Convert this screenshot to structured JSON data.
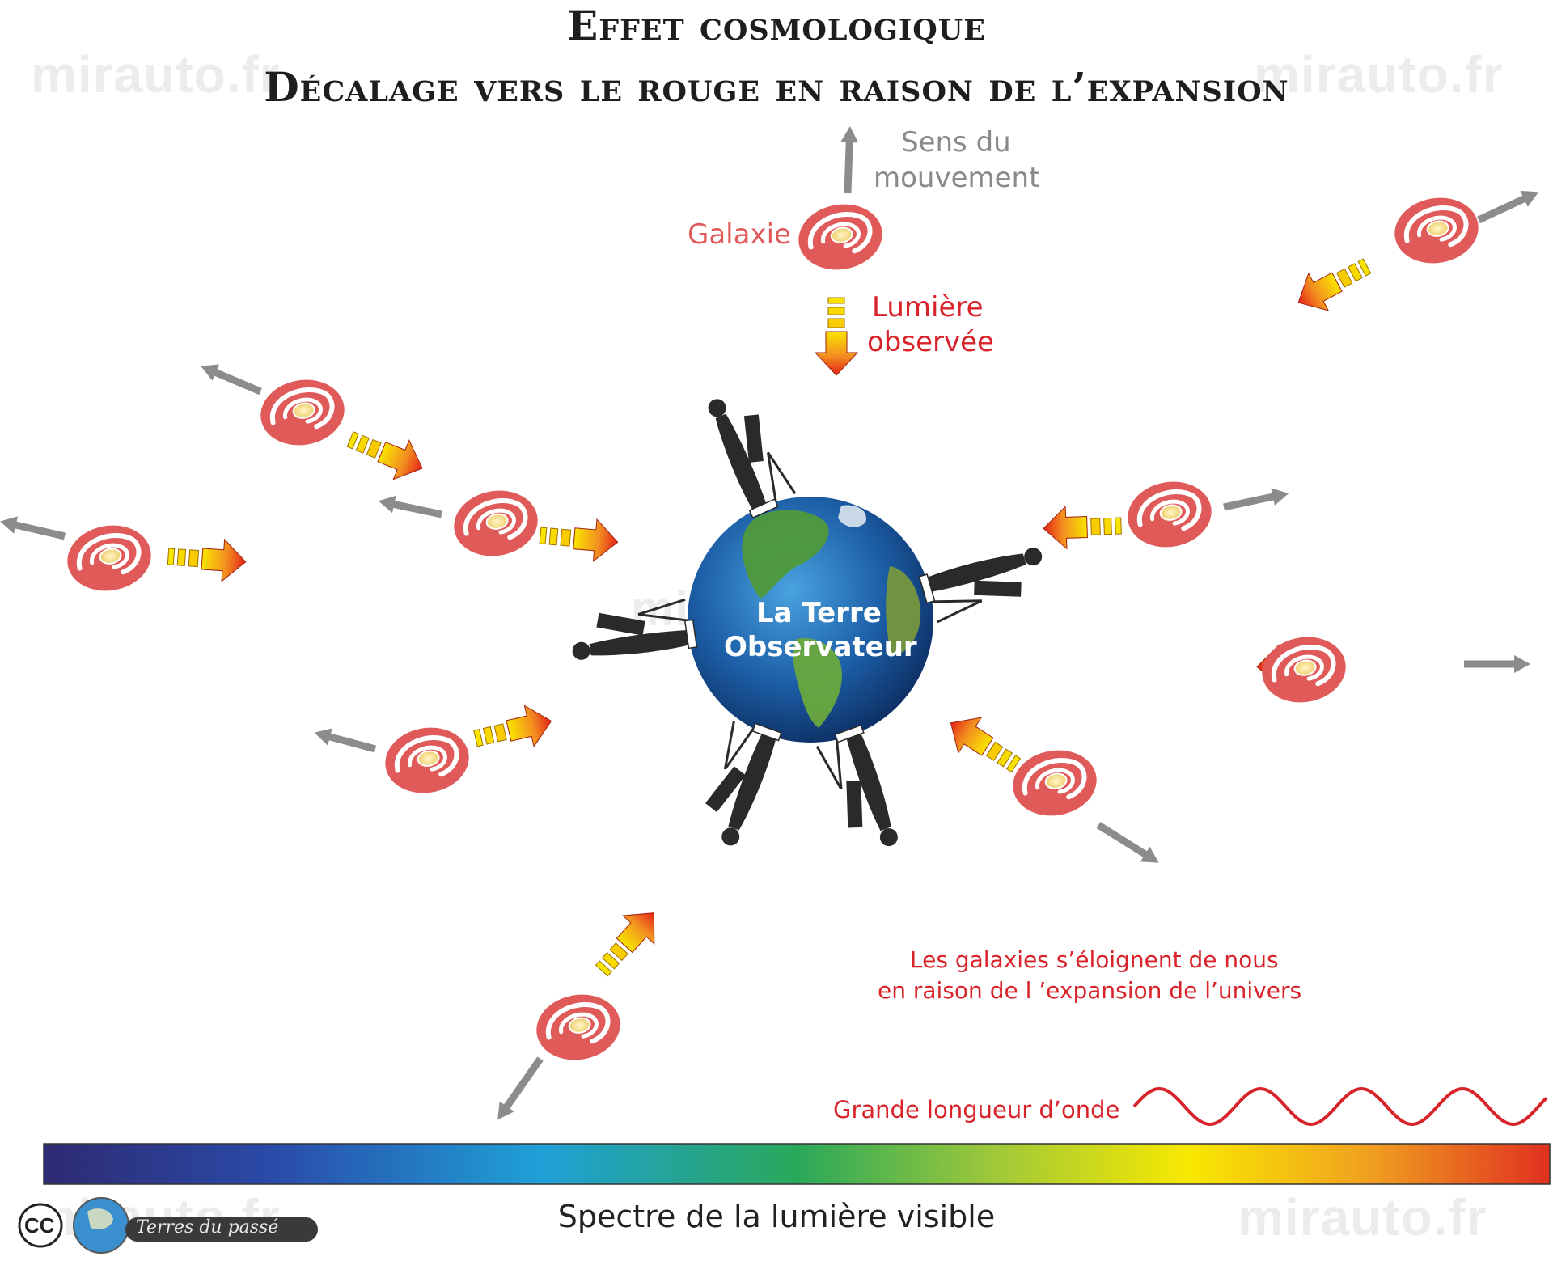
{
  "title": {
    "line1": "Effet cosmologique",
    "line2": "Décalage vers le rouge en raison de l’expansion"
  },
  "labels": {
    "motion_direction": [
      "Sens du",
      "mouvement"
    ],
    "galaxy": "Galaxie",
    "observed_light": [
      "Lumière",
      "observée"
    ],
    "earth": [
      "La Terre",
      "Observateur"
    ],
    "explanation": [
      "Les galaxies s’éloignent de nous",
      "en raison de l ’expansion de l’univers"
    ],
    "long_wavelength": "Grande longueur d’onde",
    "spectrum": "Spectre de la lumière visible"
  },
  "watermark": "mirauto.fr",
  "credit": {
    "license": "CC",
    "source": "Terres du passé"
  },
  "colors": {
    "galaxy": "#e05a5a",
    "motion_arrow": "#8c8c8c",
    "label_red": "#d8232a",
    "label_grey": "#8a8a8a",
    "spectrum": [
      "#2e2a72",
      "#2a4aa8",
      "#1fa0d8",
      "#2aa85a",
      "#9ec83a",
      "#f8e800",
      "#f0a020",
      "#e03020"
    ]
  }
}
